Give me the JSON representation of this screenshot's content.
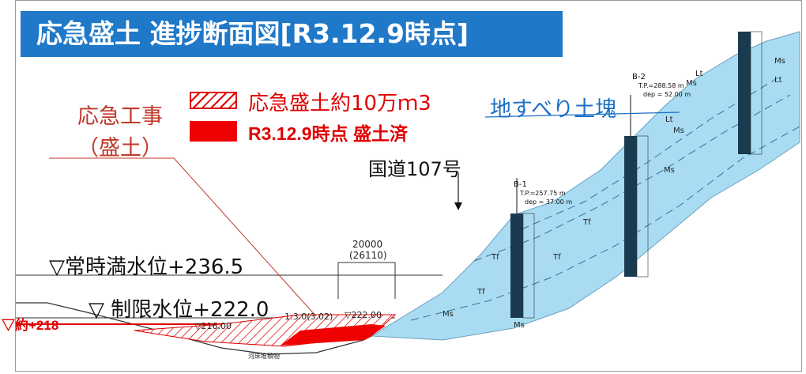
{
  "title": "応急盛土 進捗断面図[R3.12.9時点]",
  "legend": {
    "hatched_label": "応急盛土約10万ｍ3",
    "solid_label": "R3.12.9時点 盛土済"
  },
  "labels": {
    "landslide_mass": "地すべり土塊",
    "emergency_work": "応急工事",
    "emergency_work_sub": "（盛土）",
    "national_road": "国道107号",
    "normal_water_level": "▽常時満水位+236.5",
    "limit_water_level": "▽ 制限水位+222.0",
    "approx_218": "▽約+218",
    "dimension": "20000",
    "dimension_sub": "(26110)",
    "elev_222": "▽222.00",
    "elev_216": "▽216.00",
    "slope": "1:3.0(3.02)",
    "riverbed": "河床堆積物"
  },
  "boreholes": [
    {
      "name": "B-1",
      "tp": "T.P.=257.75 m",
      "dep": "dep = 37.00 m"
    },
    {
      "name": "B-2",
      "tp": "T.P.=288.58 m",
      "dep": "dep = 52.00 m"
    }
  ],
  "soil_units": [
    "Tf",
    "Tf",
    "Tf",
    "Tf",
    "Ms",
    "Ms",
    "Ms",
    "Ms",
    "Lt",
    "Ms",
    "Lt",
    "Ms",
    "Lt"
  ],
  "colors": {
    "banner": "#1f78c8",
    "red": "#e00000",
    "slide": "#a9dcf3",
    "label_blue": "#1c6fc4"
  }
}
